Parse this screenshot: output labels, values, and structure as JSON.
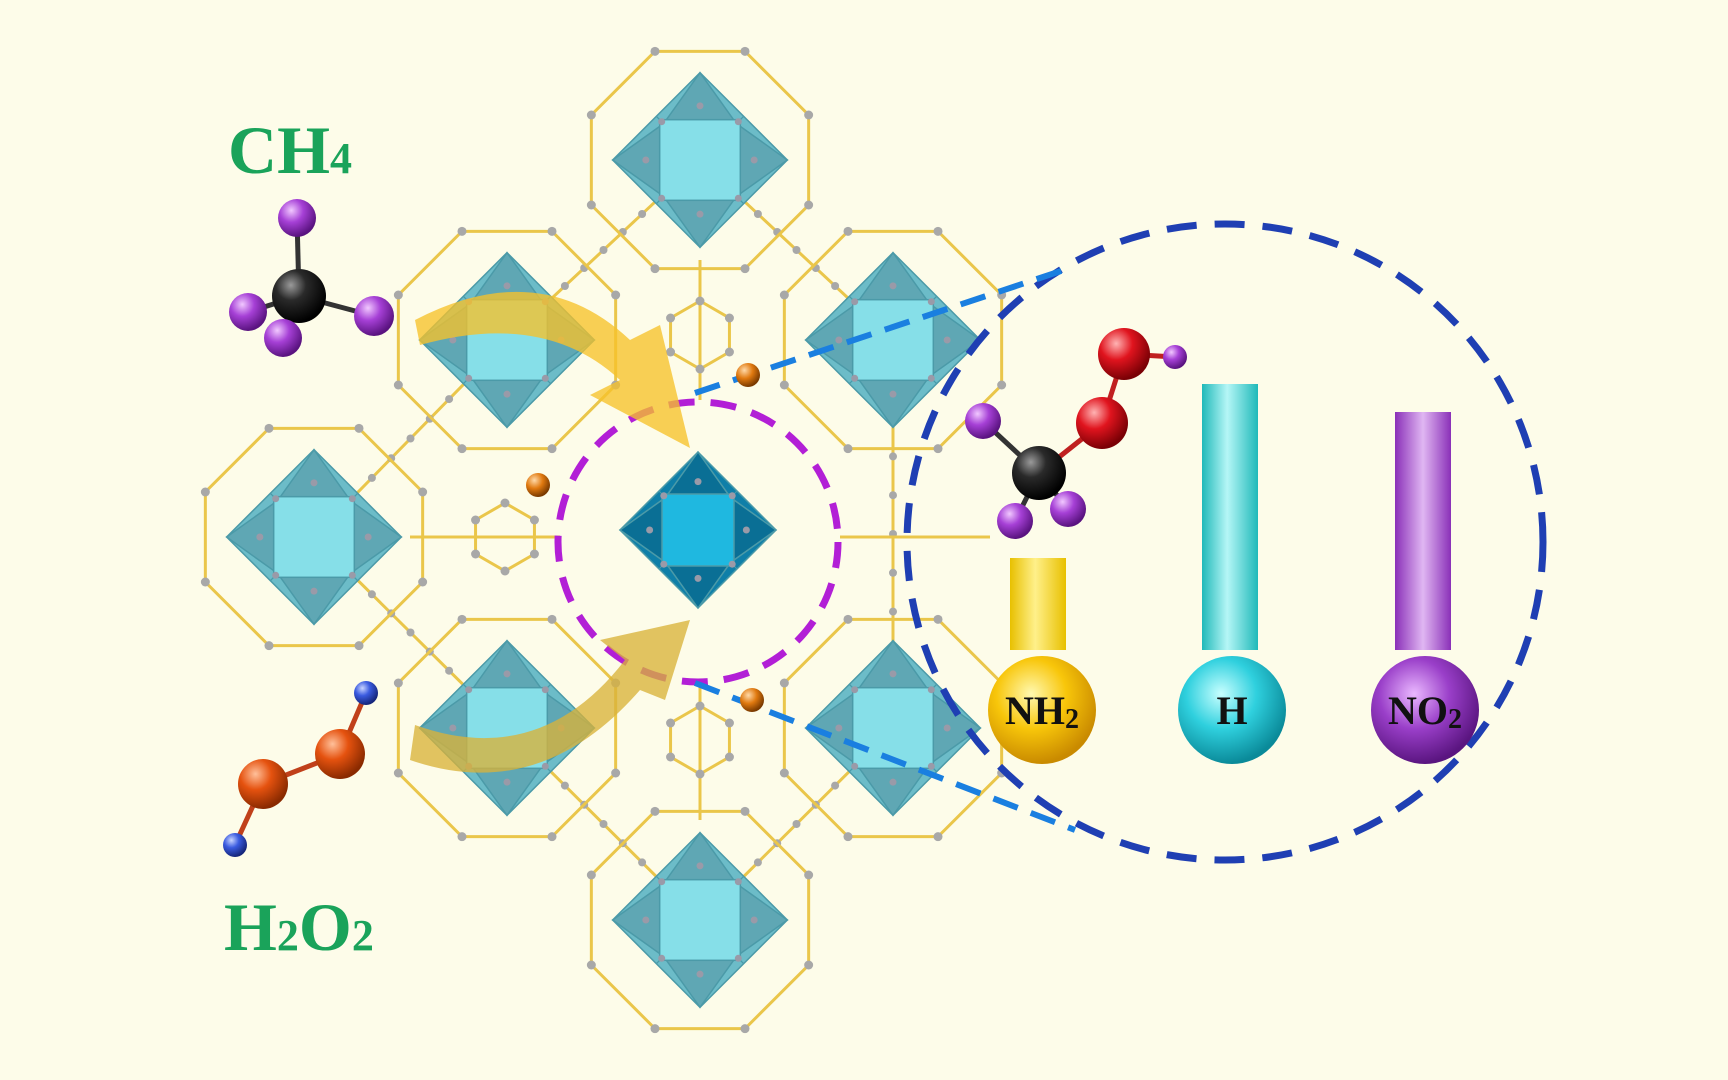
{
  "labels": {
    "ch4": {
      "main": "CH",
      "sub": "4"
    },
    "h2o2": {
      "p1": "H",
      "s1": "2",
      "p2": "O",
      "s2": "2"
    },
    "nh2": {
      "main": "NH",
      "sub": "2"
    },
    "h": {
      "main": "H"
    },
    "no2": {
      "main": "NO",
      "sub": "2"
    }
  },
  "colors": {
    "background": "#fdfce9",
    "label_green": "#1aa35a",
    "framework_cyan": "#7fdde6",
    "framework_teal": "#5fb4c0",
    "linker_yellow": "#eac64a",
    "nh2_bar": "#f3d21a",
    "h_bar": "#28c9c9",
    "no2_bar": "#9a3fc9",
    "dashed_blue": "#1f3fb3",
    "dashed_purple": "#b21fd6",
    "carbon": "#1a1a1a",
    "hydrogen_purple": "#a640d6",
    "oxygen_orange": "#e5520f",
    "oxygen_red": "#e0141e",
    "h2o2_hydrogen": "#3a5be0"
  },
  "icons": {
    "methane": "methane-molecule-icon",
    "peroxide": "hydrogen-peroxide-molecule-icon",
    "intermediate": "methyl-hydroperoxide-molecule-icon"
  },
  "functional_groups": [
    {
      "name": "NH2",
      "relative_height": 0.4
    },
    {
      "name": "H",
      "relative_height": 1.0
    },
    {
      "name": "NO2",
      "relative_height": 0.9
    }
  ]
}
